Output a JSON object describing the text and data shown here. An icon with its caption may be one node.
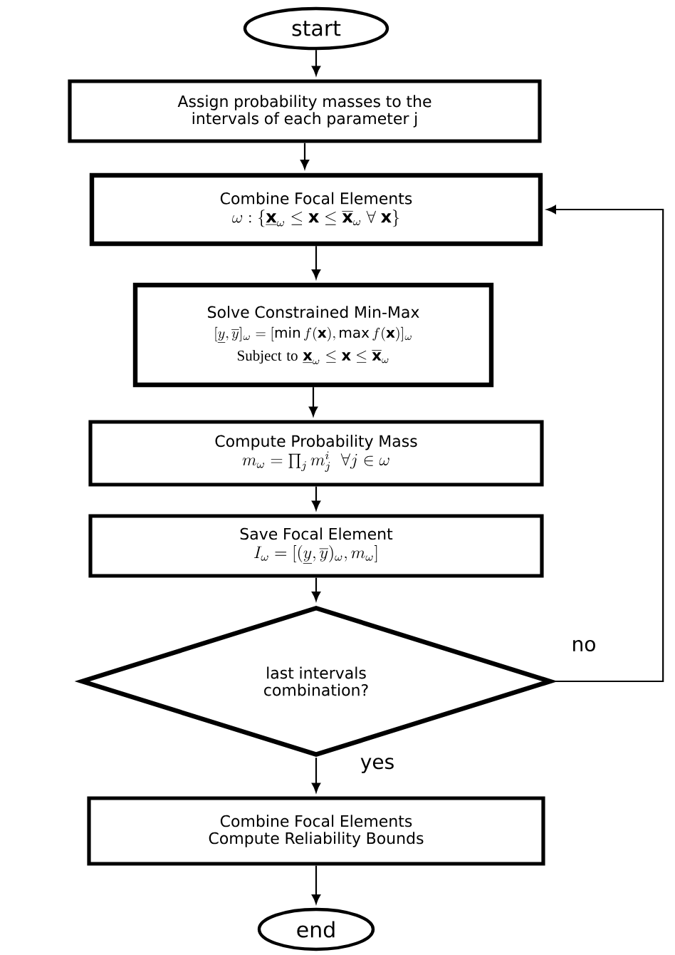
{
  "diagram": {
    "nodes": [
      {
        "text": [
          "start"
        ]
      },
      {
        "text": [
          "Assign probability masses to the intervals of each parameter j"
        ]
      },
      {
        "text": [
          "Combine Focal Elements",
          "\\omega : \\{ \\underline{\\mathbf{x}}_{\\omega} \\leq \\mathbf{x} \\leq \\overline{\\mathbf{x}}_{\\omega} \\; \\forall \\; \\mathbf{x} \\}"
        ]
      },
      {
        "text": [
          "Solve Constrained Min-Max",
          "[\\underline{y}, \\overline{y}]_{\\omega} = [\\min f(\\mathbf{x}), \\max f(\\mathbf{x})]_{\\omega}",
          "Subject to",
          "\\underline{\\mathbf{x}}_{\\omega} \\leq \\mathbf{x} \\leq \\overline{\\mathbf{x}}_{\\omega}"
        ]
      },
      {
        "text": [
          "Compute Probability Mass",
          "m_{\\omega} = \\prod_{j} m^{i}_{j} \\;\\; \\forall j \\in \\omega"
        ]
      },
      {
        "text": [
          "Save Focal Element",
          "I_{\\omega} = [(\\underline{y}, \\overline{y})_{\\omega}, m_{\\omega}]"
        ]
      },
      {
        "text": [
          "last intervals combination?"
        ]
      },
      {
        "text": [
          "Combine Focal Elements Compute Reliability Bounds"
        ]
      },
      {
        "text": [
          "end"
        ]
      }
    ],
    "edges": [
      {
        "from": 0,
        "to": 1,
        "arrow": "to"
      },
      {
        "from": 1,
        "to": 2,
        "arrow": "to"
      },
      {
        "from": 2,
        "to": 3,
        "arrow": "to"
      },
      {
        "from": 3,
        "to": 4,
        "arrow": "to"
      },
      {
        "from": 4,
        "to": 5,
        "arrow": "to"
      },
      {
        "from": 5,
        "to": 6,
        "arrow": "to"
      },
      {
        "from": 6,
        "to": 2,
        "arrow": "to",
        "label": "no"
      },
      {
        "from": 6,
        "to": 7,
        "arrow": "to",
        "label": "yes"
      },
      {
        "from": 7,
        "to": 8,
        "arrow": "to"
      }
    ]
  }
}
